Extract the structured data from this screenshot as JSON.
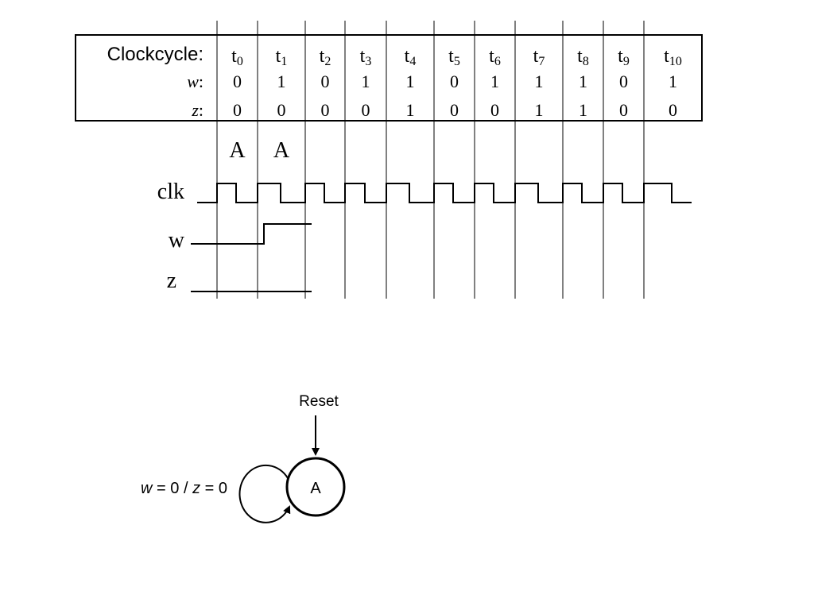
{
  "table": {
    "header_label": "Clockcycle:",
    "w_label": "w",
    "z_label": "z",
    "label_colon": ":",
    "cycles": [
      {
        "base": "t",
        "sub": "0",
        "w": "0",
        "z": "0"
      },
      {
        "base": "t",
        "sub": "1",
        "w": "1",
        "z": "0"
      },
      {
        "base": "t",
        "sub": "2",
        "w": "0",
        "z": "0"
      },
      {
        "base": "t",
        "sub": "3",
        "w": "1",
        "z": "0"
      },
      {
        "base": "t",
        "sub": "4",
        "w": "1",
        "z": "1"
      },
      {
        "base": "t",
        "sub": "5",
        "w": "0",
        "z": "0"
      },
      {
        "base": "t",
        "sub": "6",
        "w": "1",
        "z": "0"
      },
      {
        "base": "t",
        "sub": "7",
        "w": "1",
        "z": "1"
      },
      {
        "base": "t",
        "sub": "8",
        "w": "1",
        "z": "1"
      },
      {
        "base": "t",
        "sub": "9",
        "w": "0",
        "z": "0"
      },
      {
        "base": "t",
        "sub": "10",
        "w": "1",
        "z": "0"
      }
    ]
  },
  "states_row": [
    "A",
    "A"
  ],
  "timing": {
    "clk_label": "clk",
    "w_label": "w",
    "z_label": "z",
    "clk_periods": 11,
    "w_levels": [
      0,
      1
    ],
    "z_levels": [
      0,
      0
    ]
  },
  "state_diagram": {
    "reset_label": "Reset",
    "state_name": "A",
    "transition": {
      "w_var": "w",
      "eq1": " = 0 / ",
      "z_var": "z",
      "eq2": " = 0"
    }
  }
}
